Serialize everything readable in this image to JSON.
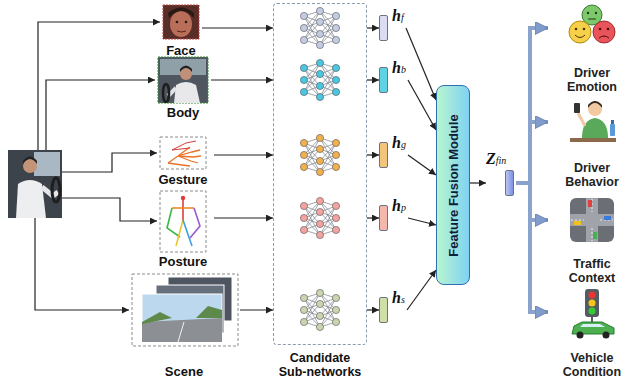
{
  "diagram": {
    "nodes": [
      {
        "text": [
          "Face"
        ]
      },
      {
        "text": [
          "Body"
        ]
      },
      {
        "text": [
          "Gesture"
        ]
      },
      {
        "text": [
          "Posture"
        ]
      },
      {
        "text": [
          "Scene"
        ]
      },
      {
        "text": [
          "Candidate Sub-networks"
        ]
      },
      {
        "text": [
          "hf"
        ]
      },
      {
        "text": [
          "hb"
        ]
      },
      {
        "text": [
          "hg"
        ]
      },
      {
        "text": [
          "hp"
        ]
      },
      {
        "text": [
          "hs"
        ]
      },
      {
        "text": [
          "Feature Fusion Module"
        ]
      },
      {
        "text": [
          "Zfin"
        ]
      },
      {
        "text": [
          "Driver Emotion"
        ]
      },
      {
        "text": [
          "Driver Behavior"
        ]
      },
      {
        "text": [
          "Traffic Context"
        ]
      },
      {
        "text": [
          "Vehicle Condition"
        ]
      }
    ],
    "edges": [
      {
        "from": 0,
        "to": 5,
        "arrow": "to"
      },
      {
        "from": 1,
        "to": 5,
        "arrow": "to"
      },
      {
        "from": 2,
        "to": 5,
        "arrow": "to"
      },
      {
        "from": 3,
        "to": 5,
        "arrow": "to"
      },
      {
        "from": 4,
        "to": 5,
        "arrow": "to"
      },
      {
        "from": 5,
        "to": 6,
        "arrow": "to"
      },
      {
        "from": 5,
        "to": 7,
        "arrow": "to"
      },
      {
        "from": 5,
        "to": 8,
        "arrow": "to"
      },
      {
        "from": 5,
        "to": 9,
        "arrow": "to"
      },
      {
        "from": 5,
        "to": 10,
        "arrow": "to"
      },
      {
        "from": 6,
        "to": 11,
        "arrow": "to"
      },
      {
        "from": 7,
        "to": 11,
        "arrow": "to"
      },
      {
        "from": 8,
        "to": 11,
        "arrow": "to"
      },
      {
        "from": 9,
        "to": 11,
        "arrow": "to"
      },
      {
        "from": 10,
        "to": 11,
        "arrow": "to"
      },
      {
        "from": 11,
        "to": 12,
        "arrow": "to"
      },
      {
        "from": 12,
        "to": 13,
        "arrow": "to"
      },
      {
        "from": 12,
        "to": 14,
        "arrow": "to"
      },
      {
        "from": 12,
        "to": 15,
        "arrow": "to"
      },
      {
        "from": 12,
        "to": 16,
        "arrow": "to"
      }
    ]
  }
}
